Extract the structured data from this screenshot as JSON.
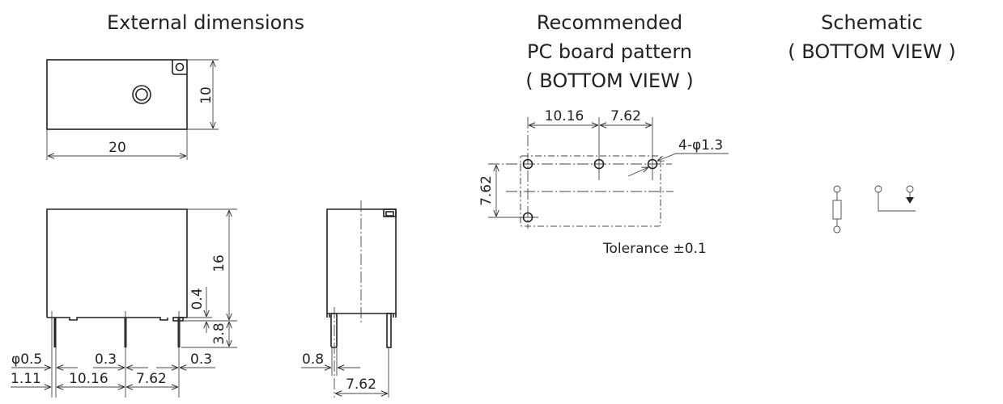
{
  "titles": {
    "external": "External dimensions",
    "pcb_line1": "Recommended",
    "pcb_line2": "PC board pattern",
    "pcb_line3": "( BOTTOM VIEW )",
    "schematic_line1": "Schematic",
    "schematic_line2": "( BOTTOM VIEW )"
  },
  "top_view": {
    "width": "20",
    "height": "10"
  },
  "front_view": {
    "height": "16",
    "gap": "0.4",
    "pin_length": "3.8",
    "pin_dia": "φ0.5",
    "offset_a": "0.3",
    "offset_b": "0.3",
    "edge": "1.11",
    "pitch_a": "10.16",
    "pitch_b": "7.62"
  },
  "side_view": {
    "offset": "0.8",
    "pitch": "7.62"
  },
  "pcb": {
    "pitch_a": "10.16",
    "pitch_b": "7.62",
    "pitch_v": "7.62",
    "holes": "4-φ1.3",
    "tolerance": "Tolerance ±0.1"
  }
}
